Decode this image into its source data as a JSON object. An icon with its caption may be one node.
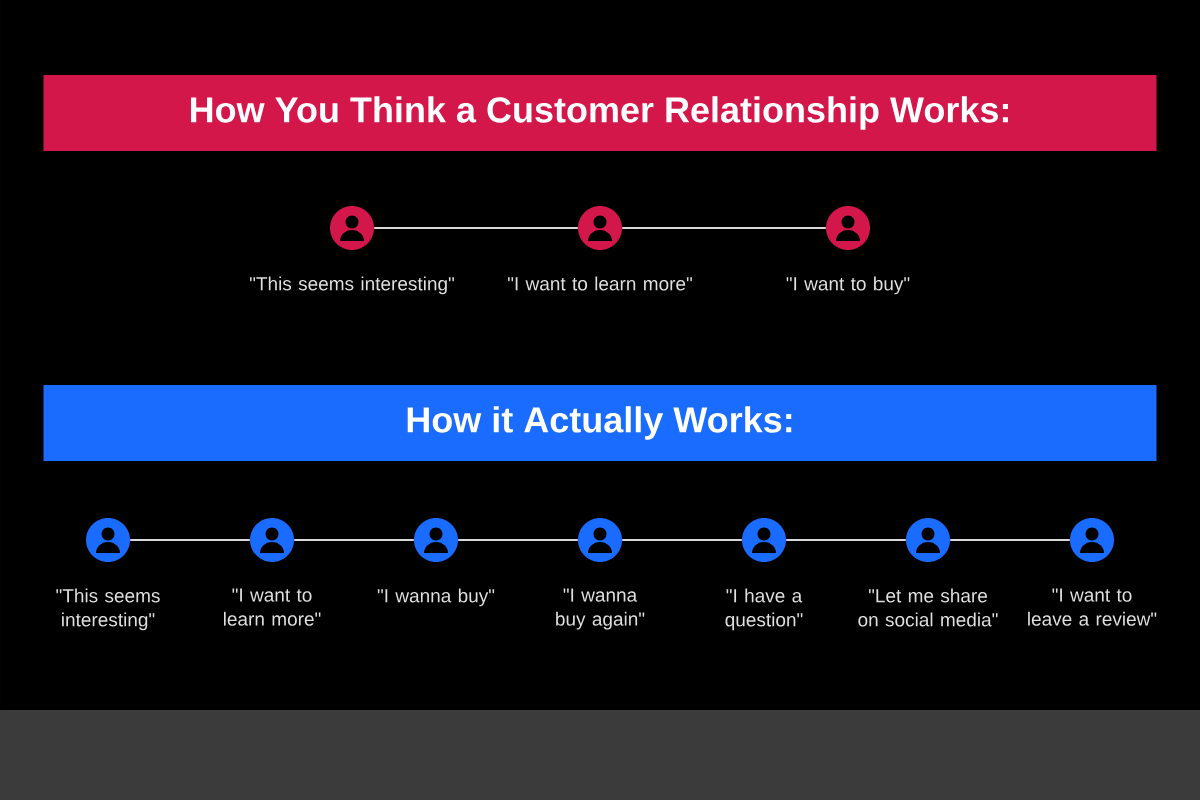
{
  "diagram": {
    "nodes": [
      {
        "text": [
          "How You Think a Customer Relationship Works:"
        ]
      },
      {
        "text": [],
        "shape": "person",
        "beside": [
          "\"This seems interesting\""
        ]
      },
      {
        "text": [],
        "shape": "person",
        "beside": [
          "\"I want to learn more\""
        ]
      },
      {
        "text": [],
        "shape": "person",
        "beside": [
          "\"I want to buy\""
        ]
      },
      {
        "text": [
          "How it Actually Works:"
        ]
      },
      {
        "text": [],
        "shape": "person",
        "beside": [
          "\"This seems interesting\""
        ]
      },
      {
        "text": [],
        "shape": "person",
        "beside": [
          "\"I want to learn more\""
        ]
      },
      {
        "text": [],
        "shape": "person",
        "beside": [
          "\"I wanna buy\""
        ]
      },
      {
        "text": [],
        "shape": "person",
        "beside": [
          "\"I wanna buy again\""
        ]
      },
      {
        "text": [],
        "shape": "person",
        "beside": [
          "\"I have a question\""
        ]
      },
      {
        "text": [],
        "shape": "person",
        "beside": [
          "\"Let me share on social media\""
        ]
      },
      {
        "text": [],
        "shape": "person",
        "beside": [
          "\"I want to leave a review\""
        ]
      }
    ],
    "edges": [
      {
        "from": 1,
        "to": 2,
        "arrow": "none"
      },
      {
        "from": 2,
        "to": 3,
        "arrow": "none"
      },
      {
        "from": 5,
        "to": 6,
        "arrow": "none"
      },
      {
        "from": 6,
        "to": 7,
        "arrow": "none"
      },
      {
        "from": 7,
        "to": 8,
        "arrow": "none"
      },
      {
        "from": 8,
        "to": 9,
        "arrow": "none"
      },
      {
        "from": 9,
        "to": 10,
        "arrow": "none"
      },
      {
        "from": 10,
        "to": 11,
        "arrow": "none"
      }
    ]
  }
}
